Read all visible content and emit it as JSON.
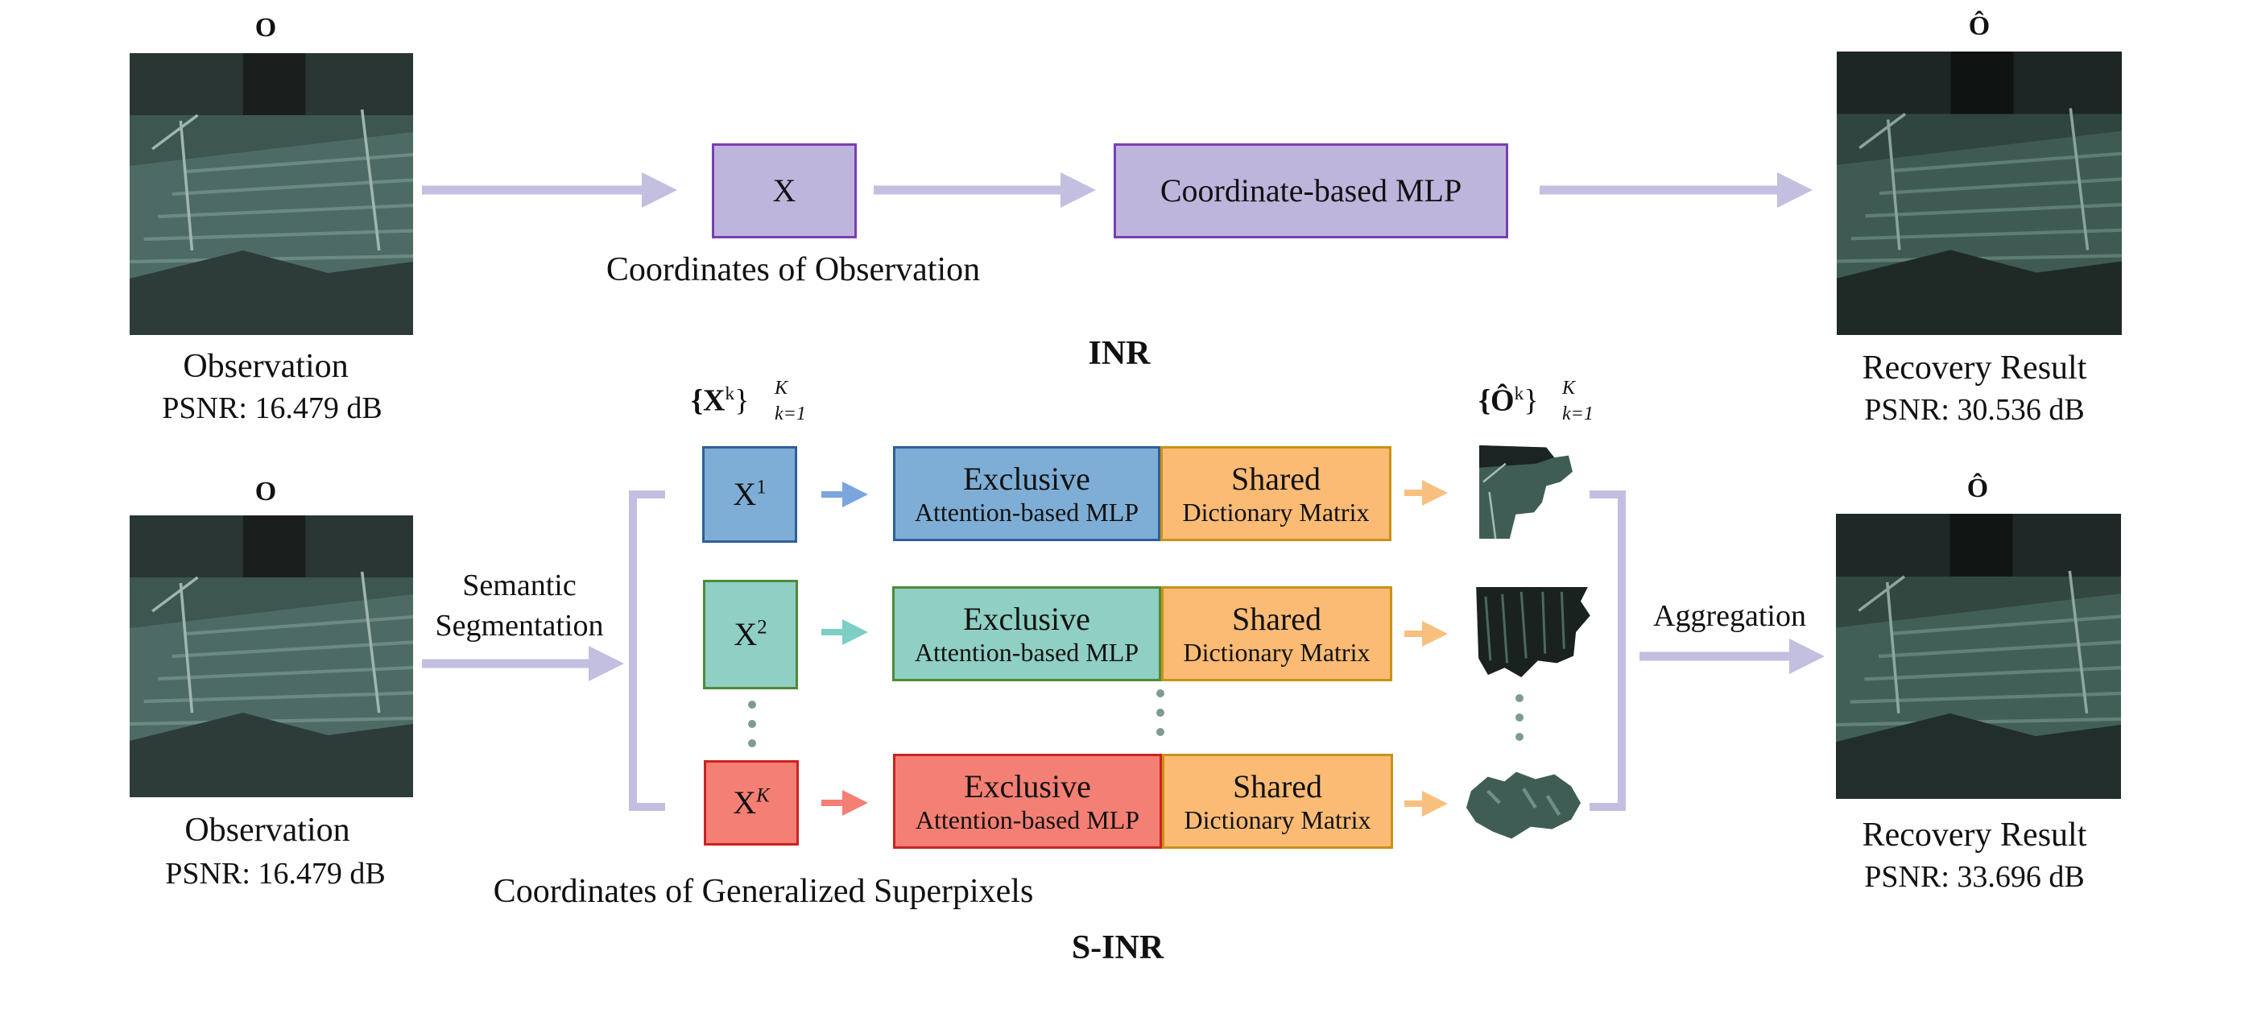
{
  "colors": {
    "flow_arrow": "#c3bfe0",
    "purple_fill": "#beb5dc",
    "purple_border": "#7a3fb2",
    "blue_fill": "#7eaed6",
    "teal_fill": "#8fcfc4",
    "red_fill": "#f47f74",
    "orange_fill": "#fbbb74",
    "orange_arrow": "#f8c07f"
  },
  "inr": {
    "obs_symbol": "O",
    "obs_label": "Observation",
    "obs_psnr": "PSNR: 16.479 dB",
    "x_box": "X",
    "x_caption": "Coordinates of Observation",
    "mlp_box": "Coordinate-based MLP",
    "title": "INR",
    "out_symbol": "Ô",
    "out_label": "Recovery Result",
    "out_psnr": "PSNR: 30.536 dB"
  },
  "sinr": {
    "obs_symbol": "O",
    "obs_label": "Observation",
    "obs_psnr": "PSNR: 16.479 dB",
    "seg_line1": "Semantic",
    "seg_line2": "Segmentation",
    "set_x_base": "{X",
    "set_x_sup": "k",
    "set_x_close": "}",
    "set_x_limits_top": "K",
    "set_x_limits_bot": "k=1",
    "set_o_base": "{Ô",
    "set_o_sup": "k",
    "set_o_close": "}",
    "set_o_limits_top": "K",
    "set_o_limits_bot": "k=1",
    "branches": [
      {
        "x_base": "X",
        "x_sup": "1",
        "excl_line1": "Exclusive",
        "excl_line2": "Attention-based MLP",
        "shared_line1": "Shared",
        "shared_line2": "Dictionary Matrix"
      },
      {
        "x_base": "X",
        "x_sup": "2",
        "excl_line1": "Exclusive",
        "excl_line2": "Attention-based MLP",
        "shared_line1": "Shared",
        "shared_line2": "Dictionary Matrix"
      },
      {
        "x_base": "X",
        "x_sup": "K",
        "excl_line1": "Exclusive",
        "excl_line2": "Attention-based MLP",
        "shared_line1": "Shared",
        "shared_line2": "Dictionary Matrix"
      }
    ],
    "superpixel_caption": "Coordinates of Generalized Superpixels",
    "aggregation": "Aggregation",
    "title": "S-INR",
    "out_symbol": "Ô",
    "out_label": "Recovery Result",
    "out_psnr": "PSNR: 33.696 dB"
  }
}
